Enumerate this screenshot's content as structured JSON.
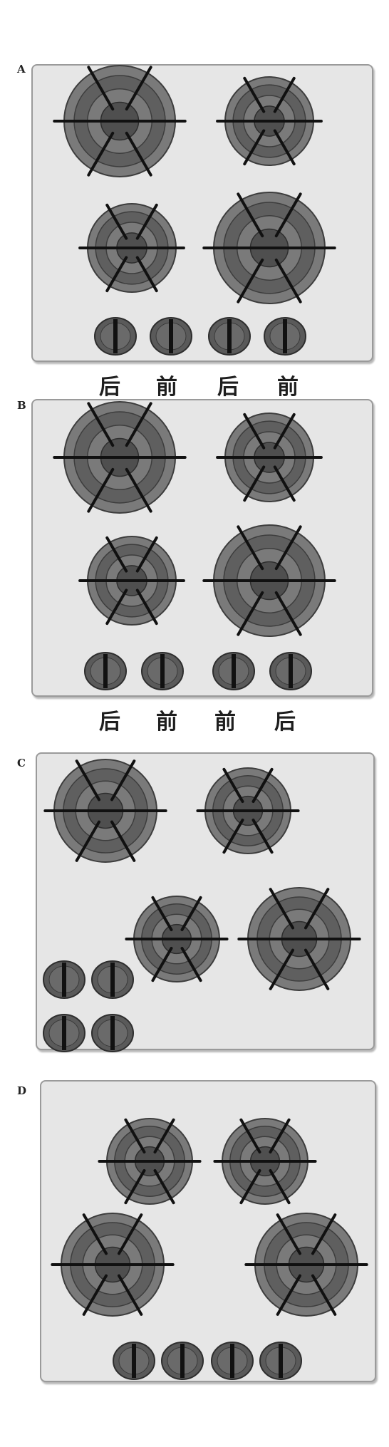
{
  "panels": [
    {
      "letter": "A",
      "labels": [
        "后",
        "前",
        "后",
        "前"
      ]
    },
    {
      "letter": "B",
      "labels": [
        "后",
        "前",
        "前",
        "后"
      ]
    },
    {
      "letter": "C",
      "labels": []
    },
    {
      "letter": "D",
      "labels": []
    }
  ],
  "colors": {
    "panel_fill": "#e6e6e6",
    "panel_border": "#9a9a9a",
    "burner_outer": "#7a7a7a",
    "burner_mid": "#5f5f5f",
    "burner_inner": "#4f4f4f",
    "grate": "#111111",
    "knob": "#5a5a5a"
  }
}
